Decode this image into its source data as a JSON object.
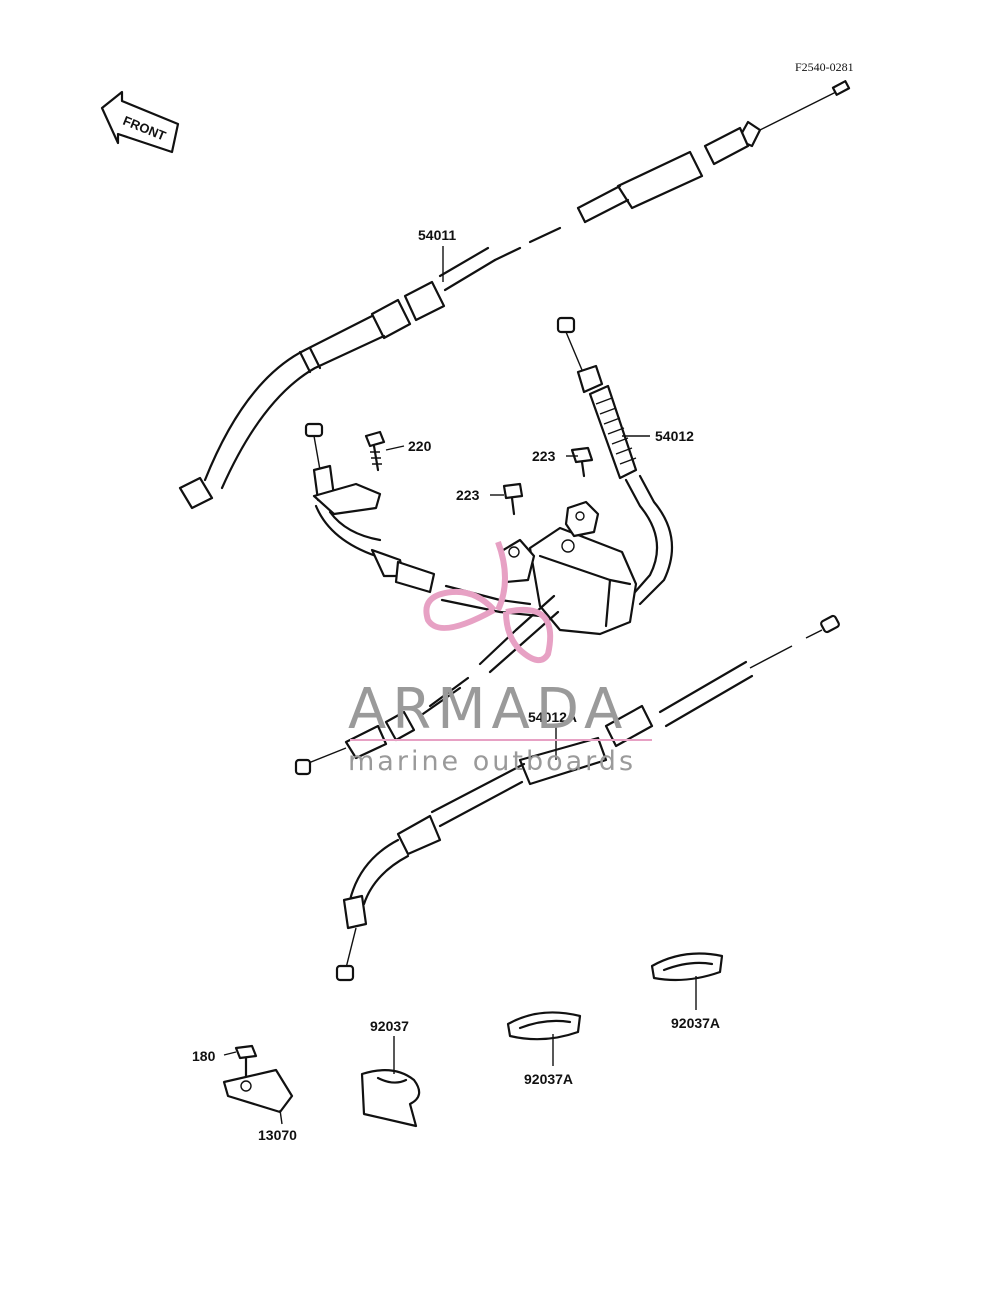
{
  "diagram": {
    "code": "F2540-0281",
    "front_label": "FRONT",
    "parts": [
      {
        "id": "p-54011",
        "label": "54011"
      },
      {
        "id": "p-54012",
        "label": "54012"
      },
      {
        "id": "p-220",
        "label": "220"
      },
      {
        "id": "p-223a",
        "label": "223"
      },
      {
        "id": "p-223b",
        "label": "223"
      },
      {
        "id": "p-54012a",
        "label": "54012A"
      },
      {
        "id": "p-92037",
        "label": "92037"
      },
      {
        "id": "p-92037a1",
        "label": "92037A"
      },
      {
        "id": "p-92037a2",
        "label": "92037A"
      },
      {
        "id": "p-180",
        "label": "180"
      },
      {
        "id": "p-13070",
        "label": "13070"
      }
    ]
  },
  "watermark": {
    "brand": "ARMADA",
    "tagline": "marine outboards",
    "brand_color": "#9a9a9a",
    "logo_color": "#e7a1c4"
  }
}
